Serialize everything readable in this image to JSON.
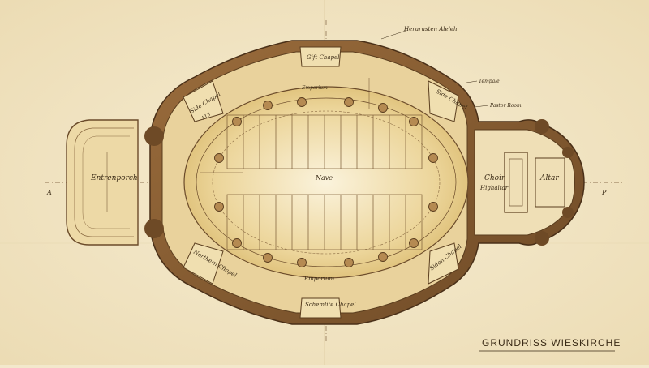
{
  "plan": {
    "title": "GRUNDRISS WIESKIRCHE",
    "labels": {
      "entrance_porch": "Entrenporch",
      "nave": "Nave",
      "choir": "Choir",
      "high_altar": "Highaltar",
      "altar": "Altar",
      "side_chapel_nw": "Side Chapel",
      "side_chapel_nw_sub": "113",
      "side_chapel_ne": "Side Chapel",
      "gift_chapel": "Gift Chapel",
      "north_chapel_sw": "Northern Chapel",
      "south_chapel_se": "Siden Chapel",
      "schemel_chapel": "Schemlite Chapel",
      "gallery": "Emporium",
      "gallery_bottom": "Emporium",
      "heruruston_arch": "Herurusten Aleleh",
      "temple": "Tempale",
      "pastoral_room": "Pastor Room"
    },
    "axis_marker_left": "A",
    "axis_marker_right": "P"
  }
}
